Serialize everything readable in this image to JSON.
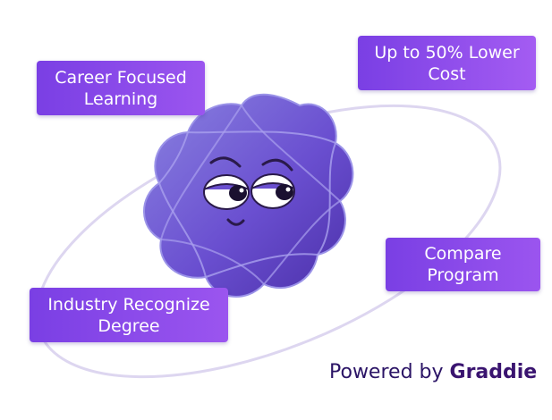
{
  "tags": {
    "career": "Career Focused Learning",
    "cost": "Up to 50% Lower Cost",
    "compare": "Compare Program",
    "industry": "Industry Recognize Degree"
  },
  "footer": {
    "prefix": "Powered by",
    "brand": "Graddie"
  },
  "colors": {
    "tag_start": "#7a3fe4",
    "tag_end": "#9b55ef",
    "mascot": "#6a4fd0",
    "orbit": "#d9d2ee",
    "footer_text": "#2b1466"
  }
}
